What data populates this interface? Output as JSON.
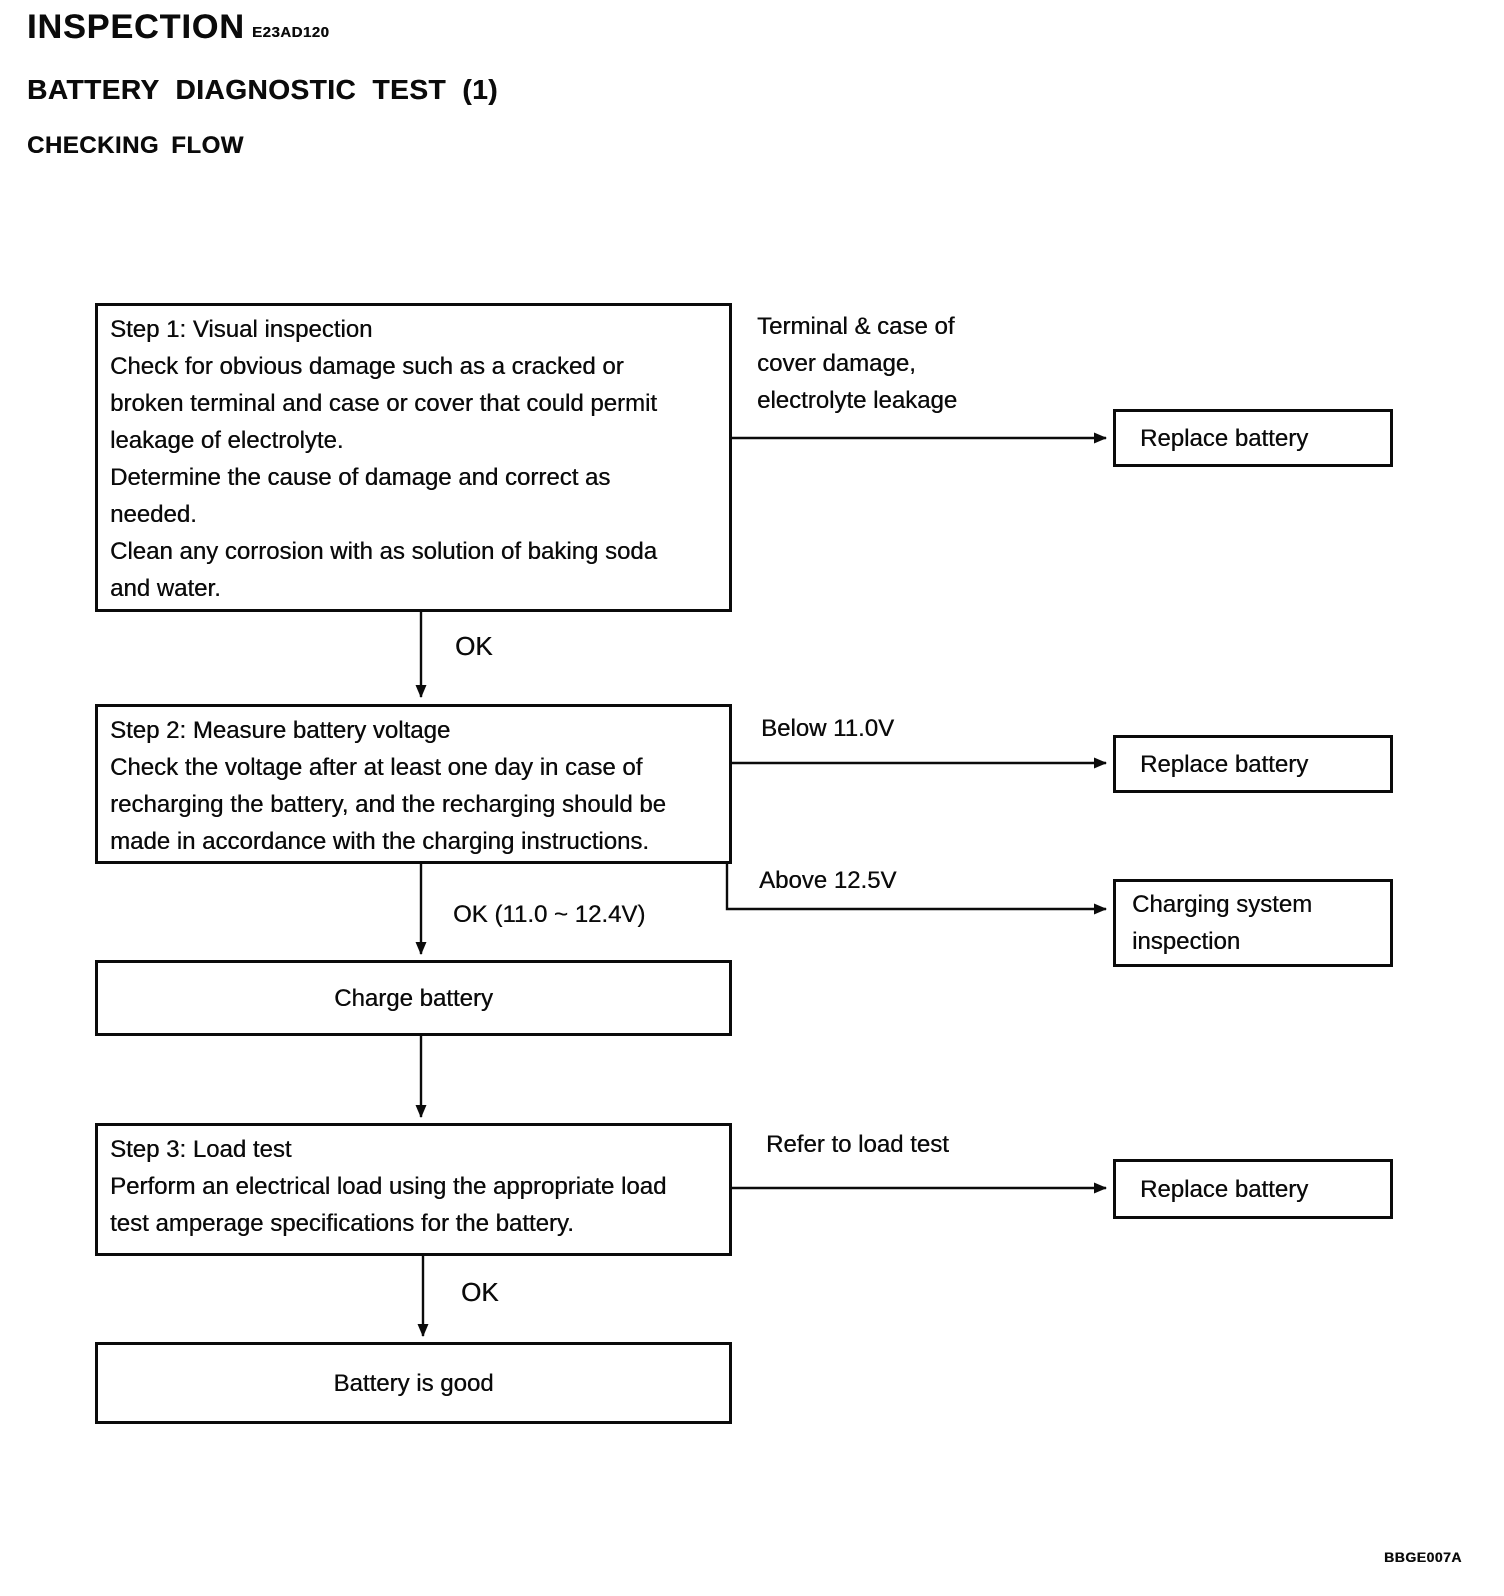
{
  "header": {
    "title": "INSPECTION",
    "title_code": "E23AD120",
    "subtitle": "BATTERY DIAGNOSTIC TEST (1)",
    "section_heading": "CHECKING FLOW"
  },
  "flowchart": {
    "nodes": {
      "step1": {
        "text": "Step 1: Visual inspection\nCheck for obvious damage such as a cracked or\nbroken terminal and case or cover that could permit\nleakage of electrolyte.\nDetermine the cause of damage and correct as\nneeded.\nClean any corrosion with as solution of baking soda\nand water."
      },
      "step2": {
        "text": "Step 2: Measure battery voltage\nCheck the voltage after at least one day in case of\nrecharging the battery, and the recharging should be\nmade in accordance with the charging instructions."
      },
      "charge_battery": {
        "text": "Charge battery"
      },
      "step3": {
        "text": "Step 3: Load test\nPerform an electrical load using the appropriate load\ntest amperage specifications for the battery."
      },
      "battery_good": {
        "text": "Battery is good"
      },
      "replace_battery_1": {
        "text": "Replace battery"
      },
      "replace_battery_2": {
        "text": "Replace battery"
      },
      "charging_system": {
        "text": "Charging system\ninspection"
      },
      "replace_battery_3": {
        "text": "Replace battery"
      }
    },
    "edge_labels": {
      "terminal_damage": "Terminal & case of\ncover damage,\nelectrolyte leakage",
      "ok_1": "OK",
      "below_11v": "Below 11.0V",
      "above_12_5v": "Above 12.5V",
      "ok_range": "OK (11.0 ~ 12.4V)",
      "refer_load_test": "Refer to load test",
      "ok_2": "OK"
    }
  },
  "footer": {
    "figure_code": "BBGE007A"
  }
}
